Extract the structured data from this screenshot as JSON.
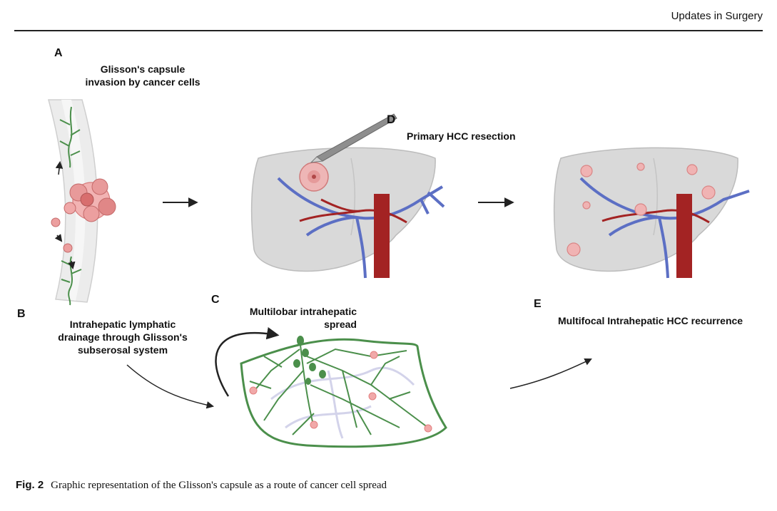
{
  "header": {
    "journal": "Updates in Surgery"
  },
  "panels": {
    "a": {
      "letter": "A",
      "line1": "Glisson's capsule",
      "line2": "invasion by cancer cells"
    },
    "b": {
      "letter": "B",
      "line1": "Intrahepatic lymphatic",
      "line2": "drainage through Glisson's",
      "line3": "subserosal system"
    },
    "c": {
      "letter": "C",
      "line1": "Multilobar intrahepatic",
      "line2": "spread"
    },
    "d": {
      "letter": "D",
      "title": "Primary HCC resection"
    },
    "e": {
      "letter": "E",
      "title": "Multifocal Intrahepatic HCC recurrence"
    }
  },
  "caption": {
    "label": "Fig. 2",
    "text": "Graphic representation of the Glisson's capsule as a route of cancer cell spread"
  },
  "colors": {
    "tumor": "#e89a9a",
    "vessel_blue": "#5c6fc4",
    "vessel_red": "#a32323",
    "lymph_green": "#4b8f4b",
    "liver": "#d6d6d6"
  }
}
